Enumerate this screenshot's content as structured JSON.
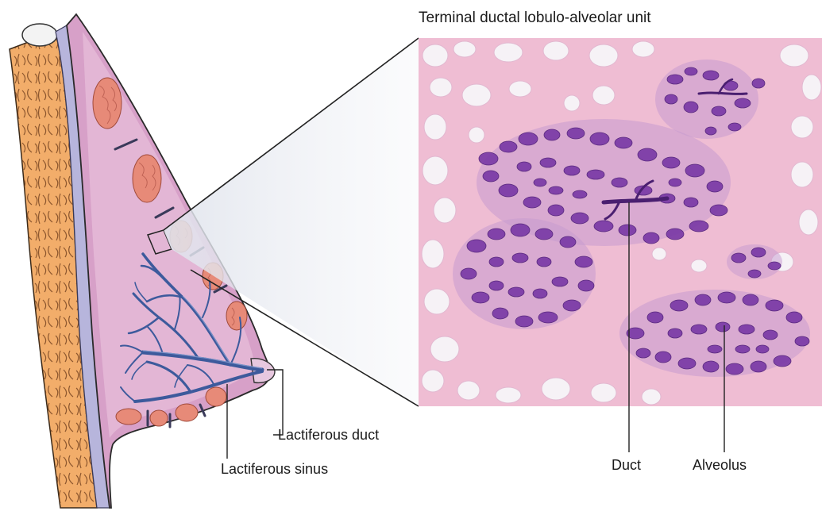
{
  "title": "Terminal ductal lobulo-alveolar unit",
  "labels": {
    "lactiferous_duct": "Lactiferous duct",
    "lactiferous_sinus": "Lactiferous sinus",
    "duct": "Duct",
    "alveolus": "Alveolus"
  },
  "colors": {
    "skin": "#d7a0c8",
    "chest_wall": "#f2ad6a",
    "fascia": "#b7b5dc",
    "lobule": "#e78a78",
    "duct_tree": "#3d5a9c",
    "stroma": "#efbdd3",
    "fat": "#f6f2f6",
    "gland_cells": "#7a3aa6"
  }
}
